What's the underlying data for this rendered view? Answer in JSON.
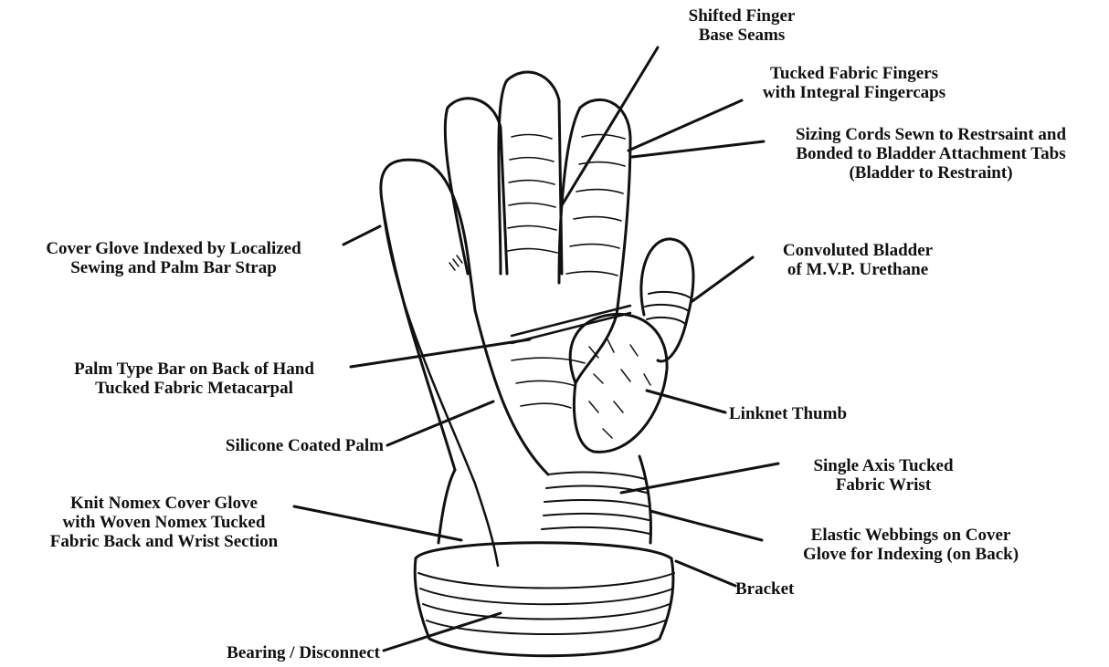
{
  "colors": {
    "ink": "#111111",
    "paper": "#ffffff"
  },
  "labels": {
    "shifted_finger": [
      "Shifted Finger",
      "Base Seams"
    ],
    "tucked_fingers": [
      "Tucked Fabric Fingers",
      "with Integral Fingercaps"
    ],
    "sizing_cords": [
      "Sizing Cords Sewn to Restrsaint and",
      "Bonded to Bladder Attachment Tabs",
      "(Bladder to Restraint)"
    ],
    "cover_glove_indexed": [
      "Cover Glove Indexed by Localized",
      "Sewing and Palm Bar Strap"
    ],
    "convoluted_bladder": [
      "Convoluted Bladder",
      "of M.V.P. Urethane"
    ],
    "palm_bar": [
      "Palm Type Bar on Back of Hand",
      "Tucked Fabric Metacarpal"
    ],
    "linknet_thumb": [
      "Linknet Thumb"
    ],
    "silicone_palm": [
      "Silicone Coated Palm"
    ],
    "knit_nomex": [
      "Knit Nomex Cover Glove",
      "with Woven Nomex Tucked",
      "Fabric Back and Wrist Section"
    ],
    "single_axis": [
      "Single Axis Tucked",
      "Fabric Wrist"
    ],
    "elastic_webbings": [
      "Elastic Webbings on Cover",
      "Glove for Indexing (on Back)"
    ],
    "bracket": [
      "Bracket"
    ],
    "bearing": [
      "Bearing / Disconnect"
    ]
  }
}
